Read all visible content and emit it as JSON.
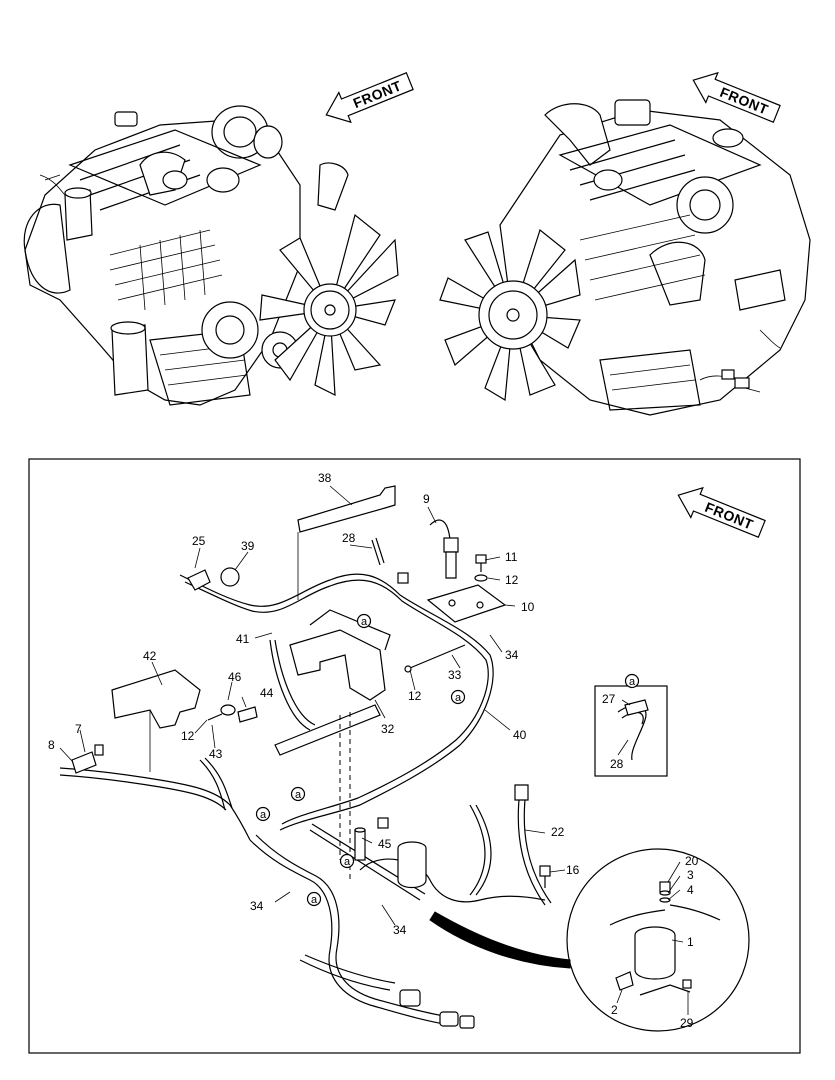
{
  "front_arrows": [
    "FRONT",
    "FRONT",
    "FRONT"
  ],
  "circle_marker": "a",
  "callouts": {
    "n1": "1",
    "n2": "2",
    "n3": "3",
    "n4": "4",
    "n7": "7",
    "n8": "8",
    "n9": "9",
    "n10": "10",
    "n11": "11",
    "n12a": "12",
    "n12b": "12",
    "n12c": "12",
    "n16": "16",
    "n20": "20",
    "n22": "22",
    "n25": "25",
    "n27": "27",
    "n28a": "28",
    "n28b": "28",
    "n29": "29",
    "n32": "32",
    "n33": "33",
    "n34a": "34",
    "n34b": "34",
    "n34c": "34",
    "n38": "38",
    "n39": "39",
    "n40": "40",
    "n41": "41",
    "n42": "42",
    "n43": "43",
    "n44": "44",
    "n45": "45",
    "n46": "46"
  }
}
